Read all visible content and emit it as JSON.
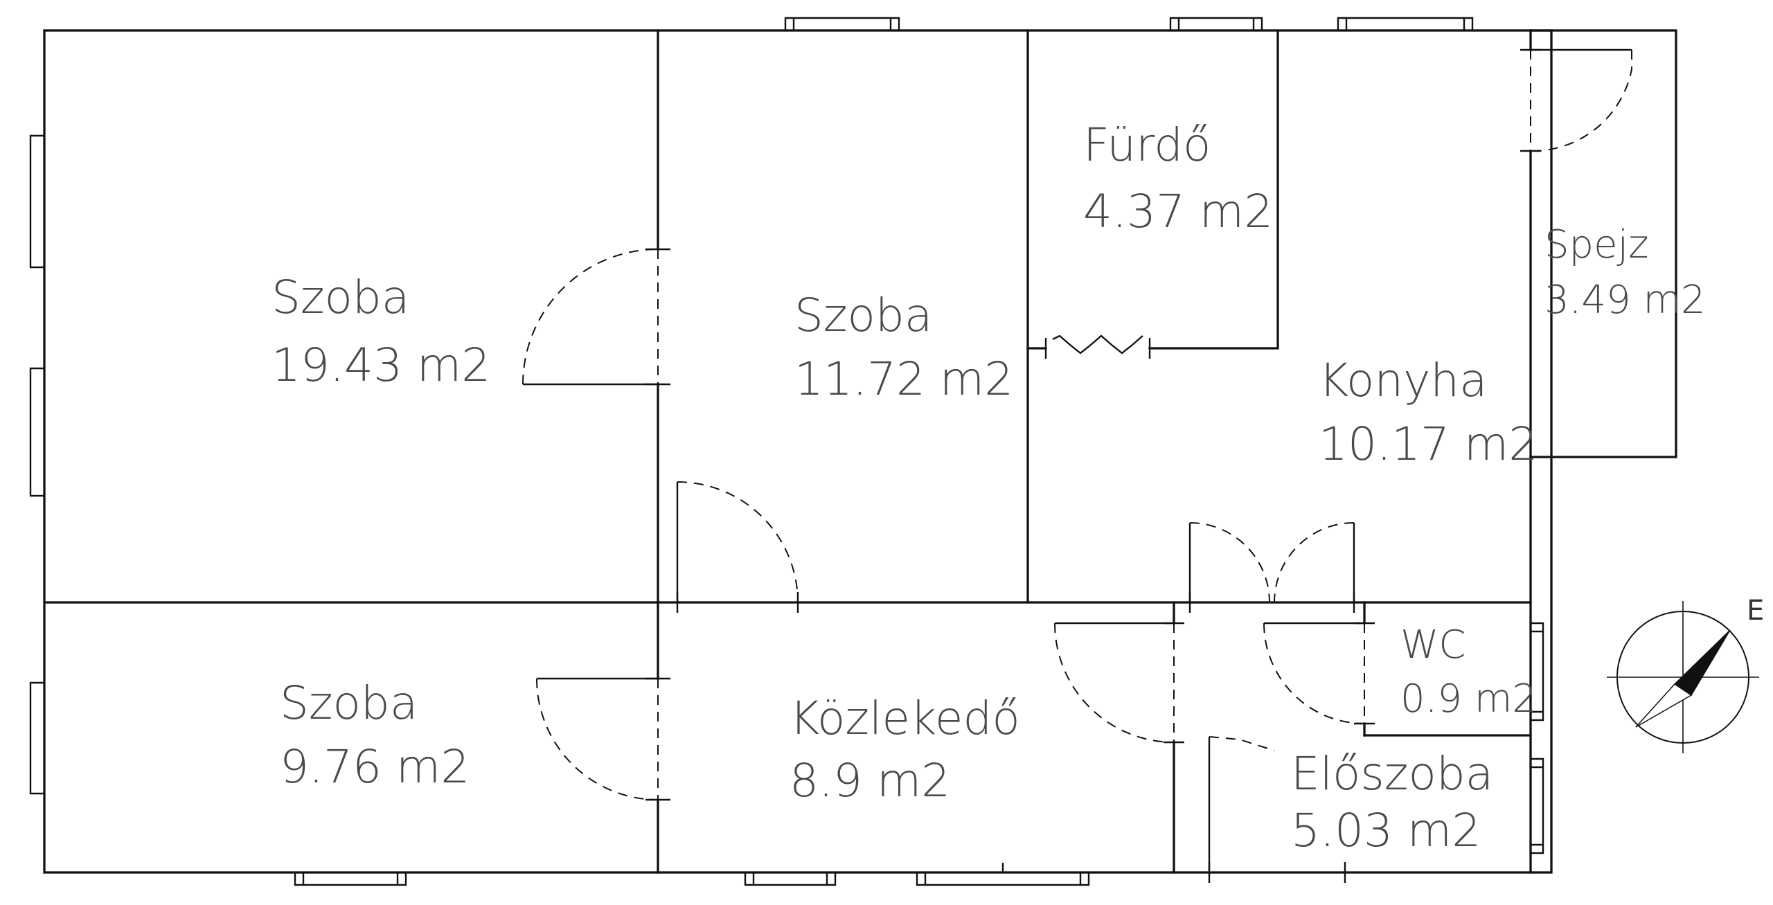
{
  "rooms": [
    {
      "name": "Szoba",
      "area": "19.43 m2"
    },
    {
      "name": "Szoba",
      "area": "11.72 m2"
    },
    {
      "name": "Fürdő",
      "area": "4.37 m2"
    },
    {
      "name": "Spejz",
      "area": "3.49 m2"
    },
    {
      "name": "Konyha",
      "area": "10.17 m2"
    },
    {
      "name": "Szoba",
      "area": "9.76 m2"
    },
    {
      "name": "Közlekedő",
      "area": "8.9 m2"
    },
    {
      "name": "WC",
      "area": "0.9 m2"
    },
    {
      "name": "Előszoba",
      "area": "5.03 m2"
    }
  ],
  "compass": {
    "label": "E",
    "icon": "compass-icon"
  }
}
